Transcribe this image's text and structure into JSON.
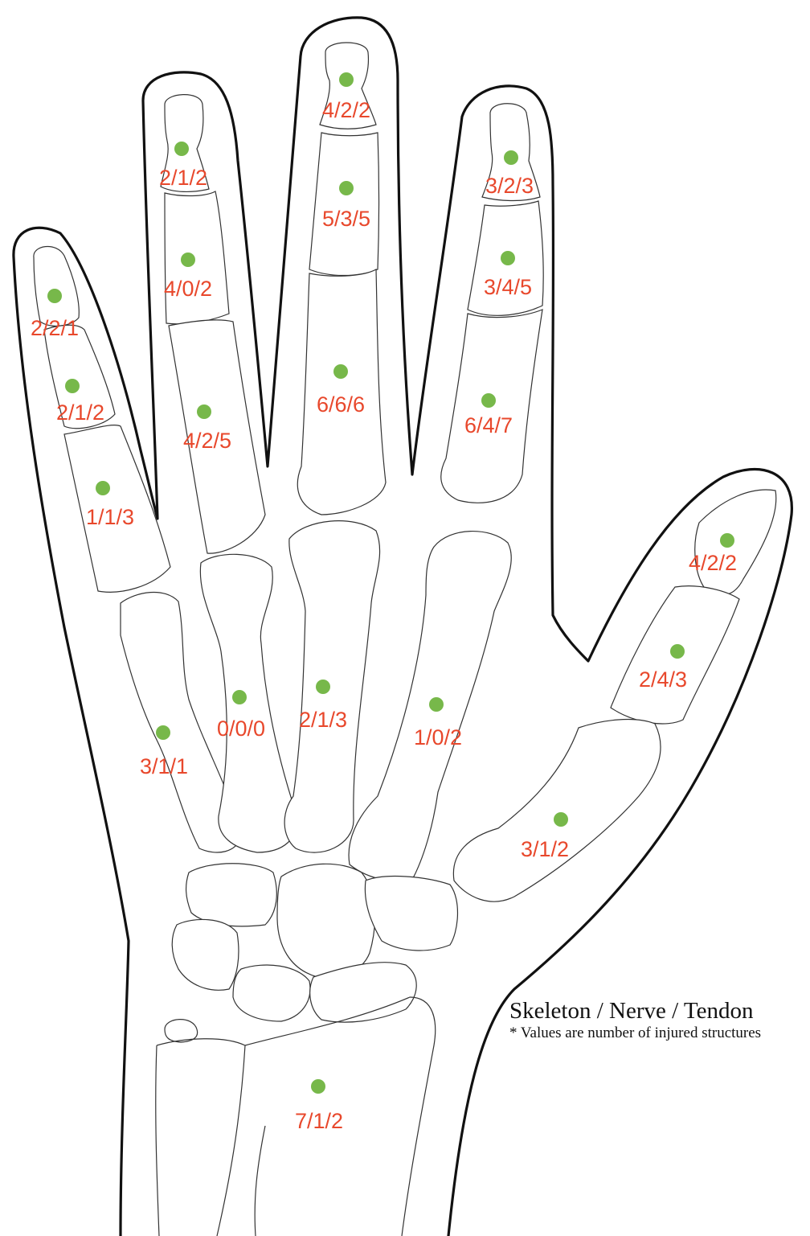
{
  "legend": {
    "title": "Skeleton / Nerve / Tendon",
    "note": "* Values are number of injured structures"
  },
  "colors": {
    "marker": "#77b84a",
    "label": "#e8482c",
    "outline": "#111111"
  },
  "regions": [
    {
      "id": "little-distal",
      "value": "2/2/1"
    },
    {
      "id": "little-middle",
      "value": "2/1/2"
    },
    {
      "id": "little-proximal",
      "value": "1/1/3"
    },
    {
      "id": "ring-distal",
      "value": "2/1/2"
    },
    {
      "id": "ring-middle",
      "value": "4/0/2"
    },
    {
      "id": "ring-proximal",
      "value": "4/2/5"
    },
    {
      "id": "middle-distal",
      "value": "4/2/2"
    },
    {
      "id": "middle-middle",
      "value": "5/3/5"
    },
    {
      "id": "middle-proximal",
      "value": "6/6/6"
    },
    {
      "id": "index-distal",
      "value": "3/2/3"
    },
    {
      "id": "index-middle",
      "value": "3/4/5"
    },
    {
      "id": "index-proximal",
      "value": "6/4/7"
    },
    {
      "id": "thumb-distal",
      "value": "4/2/2"
    },
    {
      "id": "thumb-proximal",
      "value": "2/4/3"
    },
    {
      "id": "metacarpal-5",
      "value": "3/1/1"
    },
    {
      "id": "metacarpal-4",
      "value": "0/0/0"
    },
    {
      "id": "metacarpal-3",
      "value": "2/1/3"
    },
    {
      "id": "metacarpal-2",
      "value": "1/0/2"
    },
    {
      "id": "metacarpal-1",
      "value": "3/1/2"
    },
    {
      "id": "wrist-radius",
      "value": "7/1/2"
    }
  ]
}
